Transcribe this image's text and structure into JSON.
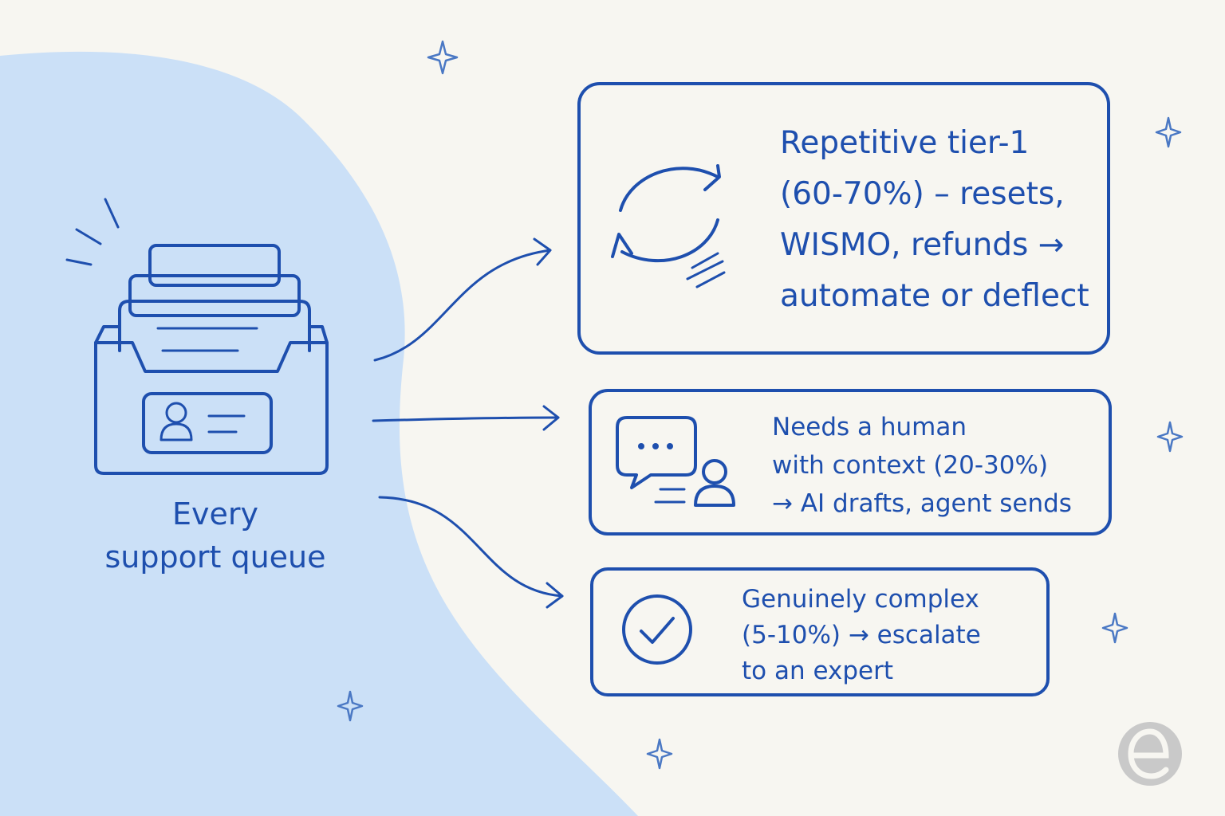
{
  "queue": {
    "label_lines": [
      "Every",
      "support queue"
    ]
  },
  "categories": [
    {
      "icon": "refresh-cycle-icon",
      "lines": [
        "Repetitive tier-1",
        "(60-70%) – resets,",
        "WISMO, refunds →",
        "automate or deflect"
      ]
    },
    {
      "icon": "chat-with-person-icon",
      "lines": [
        "Needs a human",
        "with context (20-30%)",
        "→ AI drafts, agent sends"
      ]
    },
    {
      "icon": "checkmark-circle-icon",
      "lines": [
        "Genuinely complex",
        "(5-10%) → escalate",
        "to an expert"
      ]
    }
  ],
  "colors": {
    "ink": "#1e4fae",
    "background": "#f7f6f1",
    "blob": "#cbe0f7",
    "logo": "#c9c9c9"
  },
  "logo": {
    "icon": "letter-e-logo-icon"
  }
}
